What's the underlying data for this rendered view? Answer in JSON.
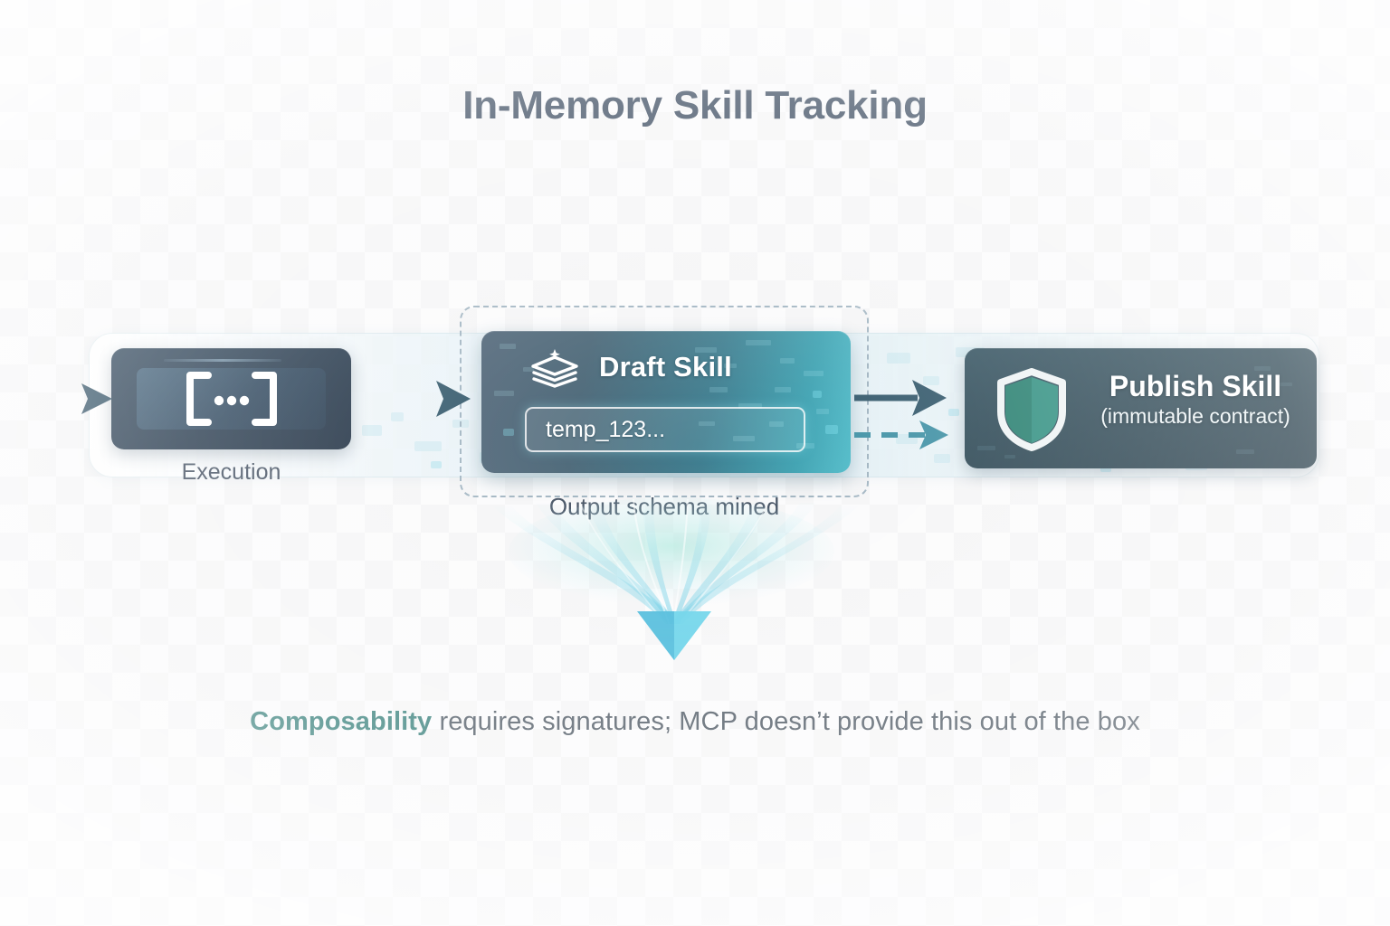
{
  "page": {
    "title": "In-Memory Skill Tracking"
  },
  "colors": {
    "title_text": "#37475c",
    "card_dark": "#1d3145",
    "card_teal": "#4ab9c7",
    "shield_green": "#2a8a7a",
    "accent_teal": "#2f7a75",
    "arrow_dark": "#2f4f63",
    "arrow_teal": "#3d8fa3",
    "funnel_cyan": "#4bc3e0",
    "dashed_border": "#9fb3c0",
    "background": "#fbfbfc"
  },
  "stages": {
    "execution": {
      "label": "Execution",
      "icon": "code-brackets-ellipsis-icon"
    },
    "draft": {
      "title": "Draft Skill",
      "icon": "layers-stack-icon",
      "field_value": "temp_123...",
      "caption": "Output schema mined"
    },
    "publish": {
      "title": "Publish Skill",
      "subtitle": "(immutable contract)",
      "icon": "shield-icon"
    }
  },
  "connectors": {
    "inbound_arrow": "inbound-flow-arrow",
    "execution_to_draft": "solid-arrow",
    "draft_to_publish_solid": "solid-arrow",
    "draft_to_publish_dashed": "dashed-arrow",
    "schema_funnel": "converging-funnel-arrow"
  },
  "footer": {
    "highlight": "Composability",
    "rest": " requires signatures; MCP doesn’t provide this out of the box"
  }
}
